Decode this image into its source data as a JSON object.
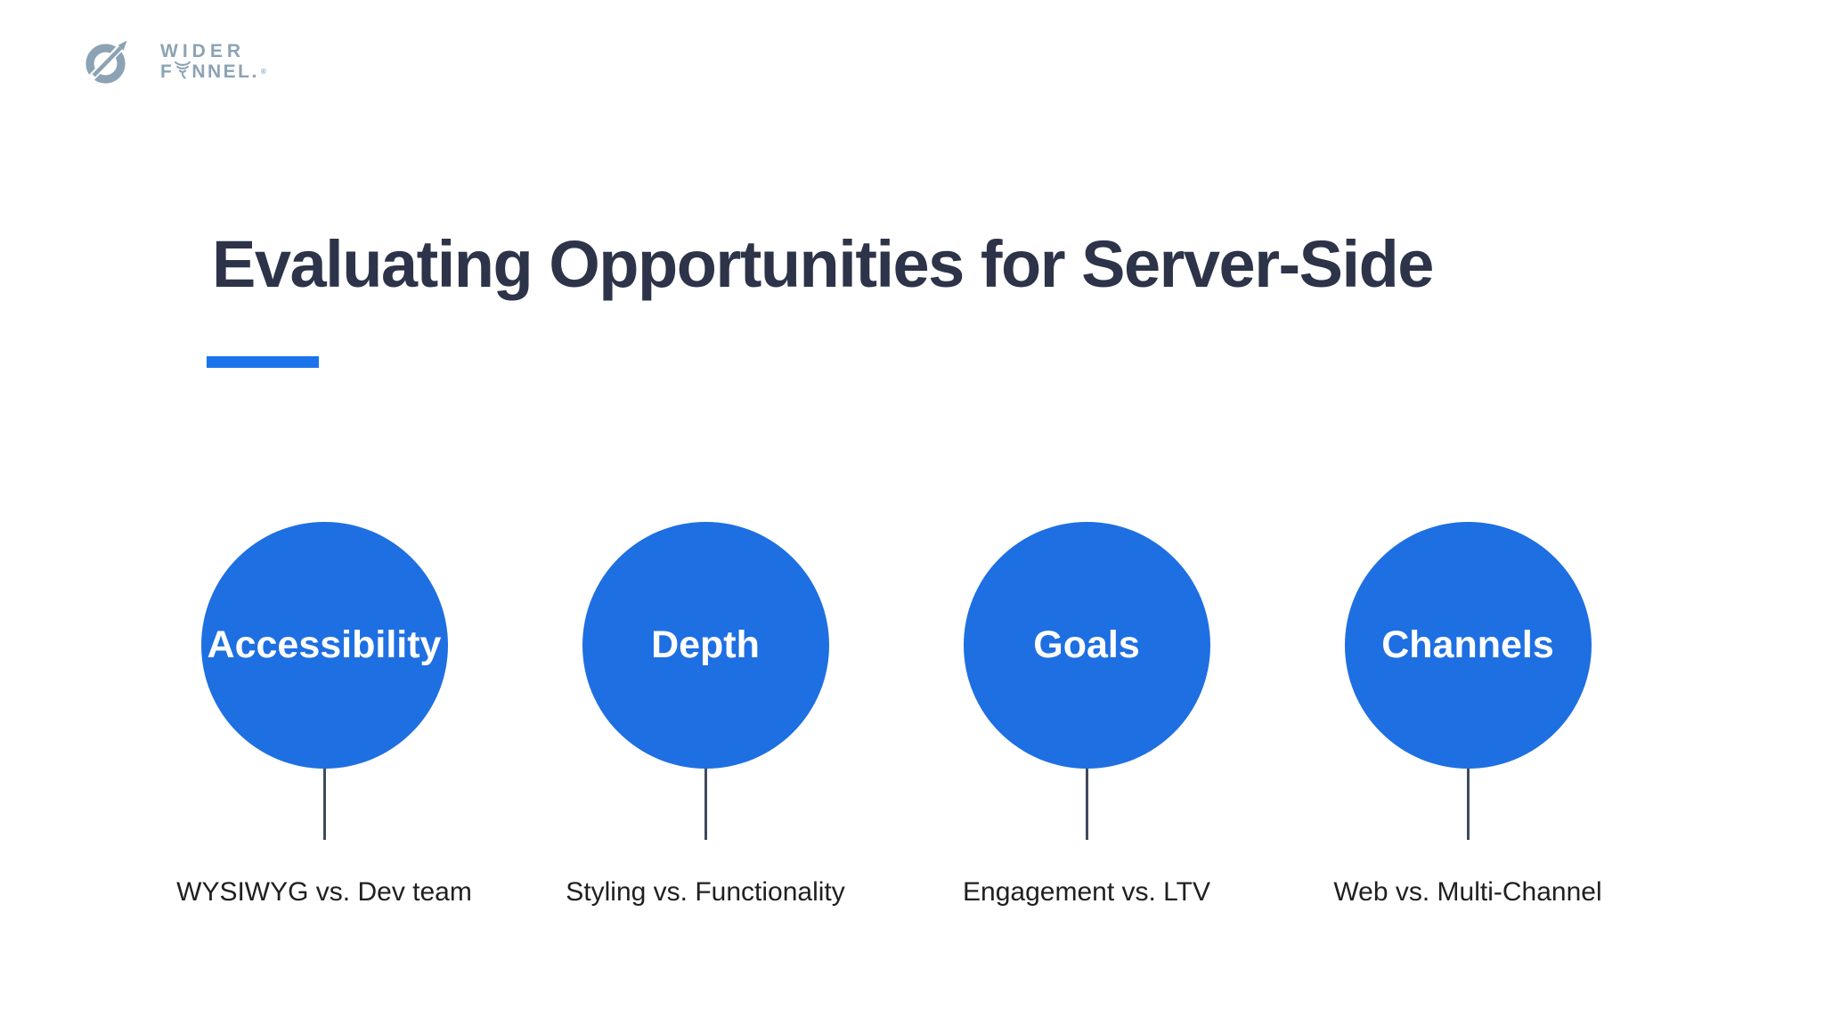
{
  "logo": {
    "icon": "compass-arrow-icon",
    "line1": "WIDER",
    "line2_prefix": "F",
    "line2_suffix": "NNEL.",
    "registered_mark": "®",
    "color": "#8ba3b4"
  },
  "title": {
    "text": "Evaluating Opportunities for Server-Side"
  },
  "pillars": [
    {
      "circle_label": "Accessibility",
      "caption": "WYSIWYG vs. Dev team"
    },
    {
      "circle_label": "Depth",
      "caption": "Styling vs. Functionality"
    },
    {
      "circle_label": "Goals",
      "caption": "Engagement vs. LTV"
    },
    {
      "circle_label": "Channels",
      "caption": "Web vs. Multi-Channel"
    }
  ],
  "colors": {
    "circle_blue": "#1e6fe2",
    "accent_bar_blue": "#1b74ec",
    "title_navy": "#2d3449",
    "stem_slate": "#3f4b5c",
    "caption_text": "#202020",
    "logo_gray_blue": "#8ba3b4",
    "background": "#ffffff"
  }
}
